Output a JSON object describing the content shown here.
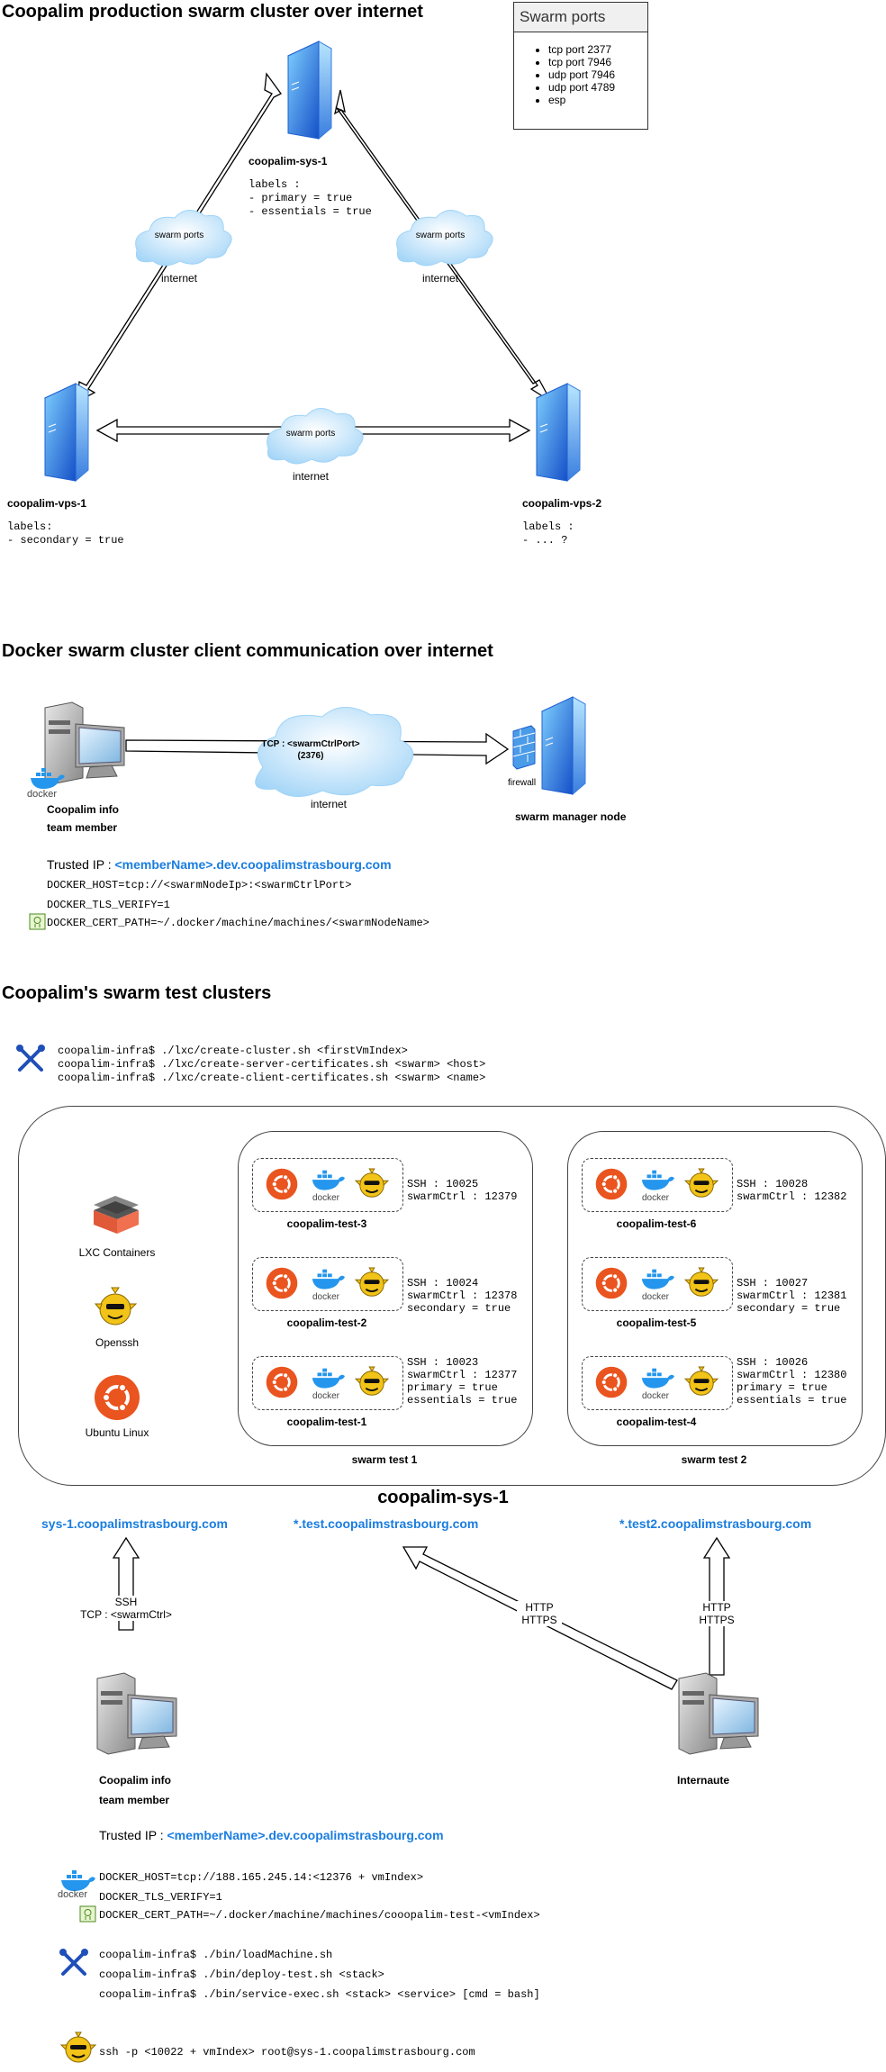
{
  "section1": {
    "title": "Coopalim production swarm cluster over internet",
    "legend": {
      "title": "Swarm ports",
      "items": [
        "tcp port 2377",
        "tcp port 7946",
        "udp port 7946",
        "udp port 4789",
        "esp"
      ]
    },
    "sys1": {
      "name": "coopalim-sys-1",
      "labels": "labels :\n- primary = true\n- essentials = true"
    },
    "vps1": {
      "name": "coopalim-vps-1",
      "labels": "labels:\n- secondary = true"
    },
    "vps2": {
      "name": "coopalim-vps-2",
      "labels": "labels :\n- ... ?"
    },
    "cloud_label": "swarm ports",
    "internet_label": "internet"
  },
  "section2": {
    "title": "Docker swarm cluster client communication over internet",
    "member_label_1": "Coopalim info",
    "member_label_2": "team member",
    "tcp_label_1": "TCP : <swarmCtrlPort>",
    "tcp_label_2": "(2376)",
    "internet_label": "internet",
    "firewall_label": "firewall",
    "manager_label": "swarm manager node",
    "trusted_prefix": "Trusted IP : ",
    "trusted_value": "<memberName>.dev.coopalimstrasbourg.com",
    "env1": "DOCKER_HOST=tcp://<swarmNodeIp>:<swarmCtrlPort>",
    "env2": "DOCKER_TLS_VERIFY=1",
    "env3": "DOCKER_CERT_PATH=~/.docker/machine/machines/<swarmNodeName>",
    "docker_logo": "docker"
  },
  "section3": {
    "title": "Coopalim's swarm test clusters",
    "cmds": "coopalim-infra$ ./lxc/create-cluster.sh <firstVmIndex>\ncoopalim-infra$ ./lxc/create-server-certificates.sh <swarm> <host>\ncoopalim-infra$ ./lxc/create-client-certificates.sh <swarm> <name>",
    "legend_lxc": "LXC Containers",
    "legend_ssh": "Openssh",
    "legend_ubuntu": "Ubuntu Linux",
    "host_label": "coopalim-sys-1",
    "clusters": [
      {
        "name": "swarm test 1",
        "vms": [
          {
            "name": "coopalim-test-3",
            "info": "SSH : 10025\nswarmCtrl : 12379"
          },
          {
            "name": "coopalim-test-2",
            "info": "SSH : 10024\nswarmCtrl : 12378\nsecondary = true"
          },
          {
            "name": "coopalim-test-1",
            "info": "SSH : 10023\nswarmCtrl : 12377\nprimary = true\nessentials = true"
          }
        ]
      },
      {
        "name": "swarm test 2",
        "vms": [
          {
            "name": "coopalim-test-6",
            "info": "SSH : 10028\nswarmCtrl : 12382"
          },
          {
            "name": "coopalim-test-5",
            "info": "SSH : 10027\nswarmCtrl : 12381\nsecondary = true"
          },
          {
            "name": "coopalim-test-4",
            "info": "SSH : 10026\nswarmCtrl : 12380\nprimary = true\nessentials = true"
          }
        ]
      }
    ],
    "domain_sys1": "sys-1.coopalimstrasbourg.com",
    "domain_test": "*.test.coopalimstrasbourg.com",
    "domain_test2": "*.test2.coopalimstrasbourg.com",
    "ssh_label_1": "SSH",
    "ssh_label_2": "TCP : <swarmCtrl>",
    "http_label_1": "HTTP",
    "http_label_2": "HTTPS",
    "member_label_1": "Coopalim info",
    "member_label_2": "team member",
    "internaute": "Internaute",
    "trusted_prefix": "Trusted IP : ",
    "trusted_value": "<memberName>.dev.coopalimstrasbourg.com",
    "env1": "DOCKER_HOST=tcp://188.165.245.14:<12376 + vmIndex>",
    "env2": "DOCKER_TLS_VERIFY=1",
    "env3": "DOCKER_CERT_PATH=~/.docker/machine/machines/cooopalim-test-<vmIndex>",
    "cmds2_1": "coopalim-infra$ ./bin/loadMachine.sh",
    "cmds2_2": "coopalim-infra$ ./bin/deploy-test.sh <stack>",
    "cmds2_3": "coopalim-infra$ ./bin/service-exec.sh <stack> <service> [cmd = bash]",
    "ssh_cmd": "ssh -p <10022 + vmIndex> root@sys-1.coopalimstrasbourg.com",
    "docker_logo": "docker"
  }
}
